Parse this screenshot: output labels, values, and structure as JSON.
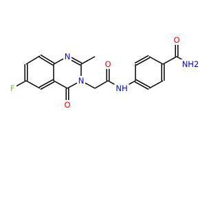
{
  "colors": {
    "background": "#ffffff",
    "bond": "#000000",
    "nitrogen": "#0000ee",
    "oxygen": "#ee0000",
    "fluorine": "#7fbf3a"
  },
  "atoms": {
    "f": {
      "label": "F",
      "element": "F"
    },
    "o_carbonyl": {
      "label": "O",
      "element": "O"
    },
    "n1": {
      "label": "N",
      "element": "N"
    },
    "n3": {
      "label": "N",
      "element": "N"
    },
    "o_amide": {
      "label": "O",
      "element": "O"
    },
    "nh": {
      "label": "NH",
      "element": "N"
    },
    "o_carboxamide": {
      "label": "O",
      "element": "O"
    },
    "nh2": {
      "label": "NH2",
      "element": "N"
    }
  }
}
